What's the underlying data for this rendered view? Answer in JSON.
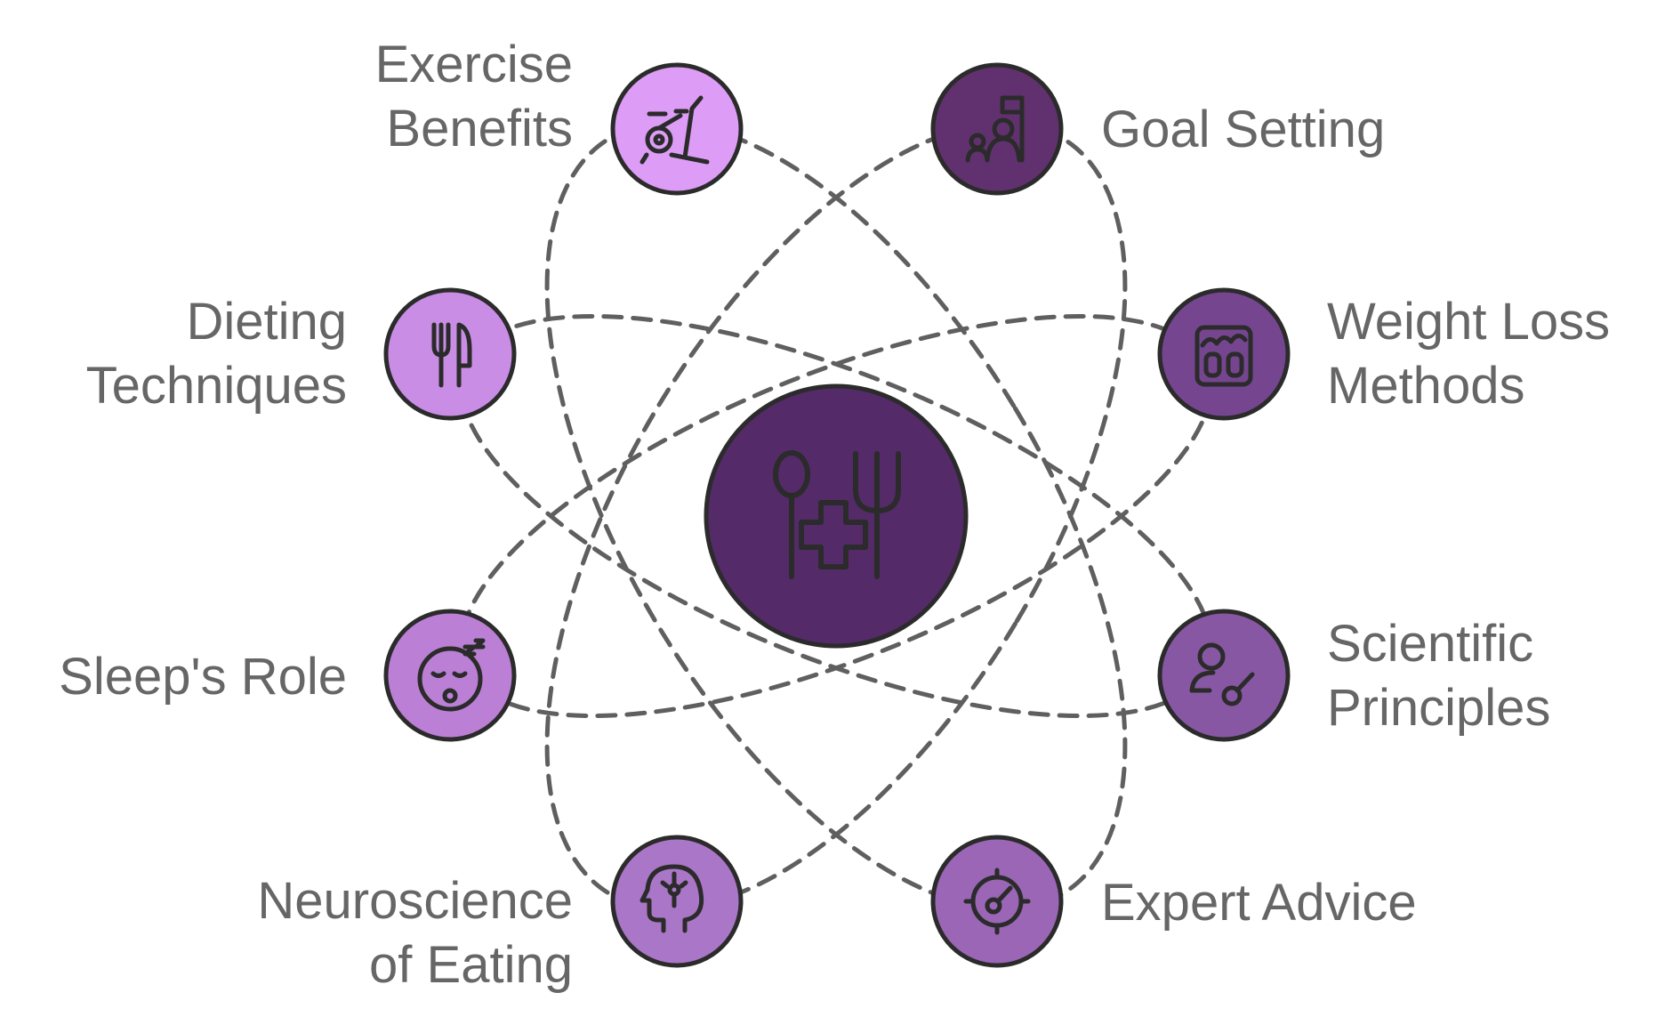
{
  "center": {
    "icon": "diet-health-icon",
    "color": "#542a68"
  },
  "nodes": [
    {
      "id": "exercise-benefits",
      "lines": [
        "Exercise",
        "Benefits"
      ],
      "icon": "exercise-bike-icon",
      "color": "#dd9df7"
    },
    {
      "id": "goal-setting",
      "lines": [
        "Goal Setting"
      ],
      "icon": "goal-flag-icon",
      "color": "#61316f"
    },
    {
      "id": "dieting-techniques",
      "lines": [
        "Dieting",
        "Techniques"
      ],
      "icon": "cutlery-icon",
      "color": "#ca8de6"
    },
    {
      "id": "weight-loss-methods",
      "lines": [
        "Weight Loss",
        "Methods"
      ],
      "icon": "weight-scale-icon",
      "color": "#764590"
    },
    {
      "id": "sleeps-role",
      "lines": [
        "Sleep's Role"
      ],
      "icon": "sleeping-face-icon",
      "color": "#bb80d5"
    },
    {
      "id": "scientific-principles",
      "lines": [
        "Scientific",
        "Principles"
      ],
      "icon": "scientist-icon",
      "color": "#8857a3"
    },
    {
      "id": "neuroscience-of-eating",
      "lines": [
        "Neuroscience",
        "of Eating"
      ],
      "icon": "brain-head-icon",
      "color": "#aa76c7"
    },
    {
      "id": "expert-advice",
      "lines": [
        "Expert Advice"
      ],
      "icon": "target-gauge-icon",
      "color": "#9a66b5"
    }
  ],
  "colors": {
    "outline": "#2b2b2b",
    "dash": "#5f5f5f",
    "text": "#666666"
  }
}
